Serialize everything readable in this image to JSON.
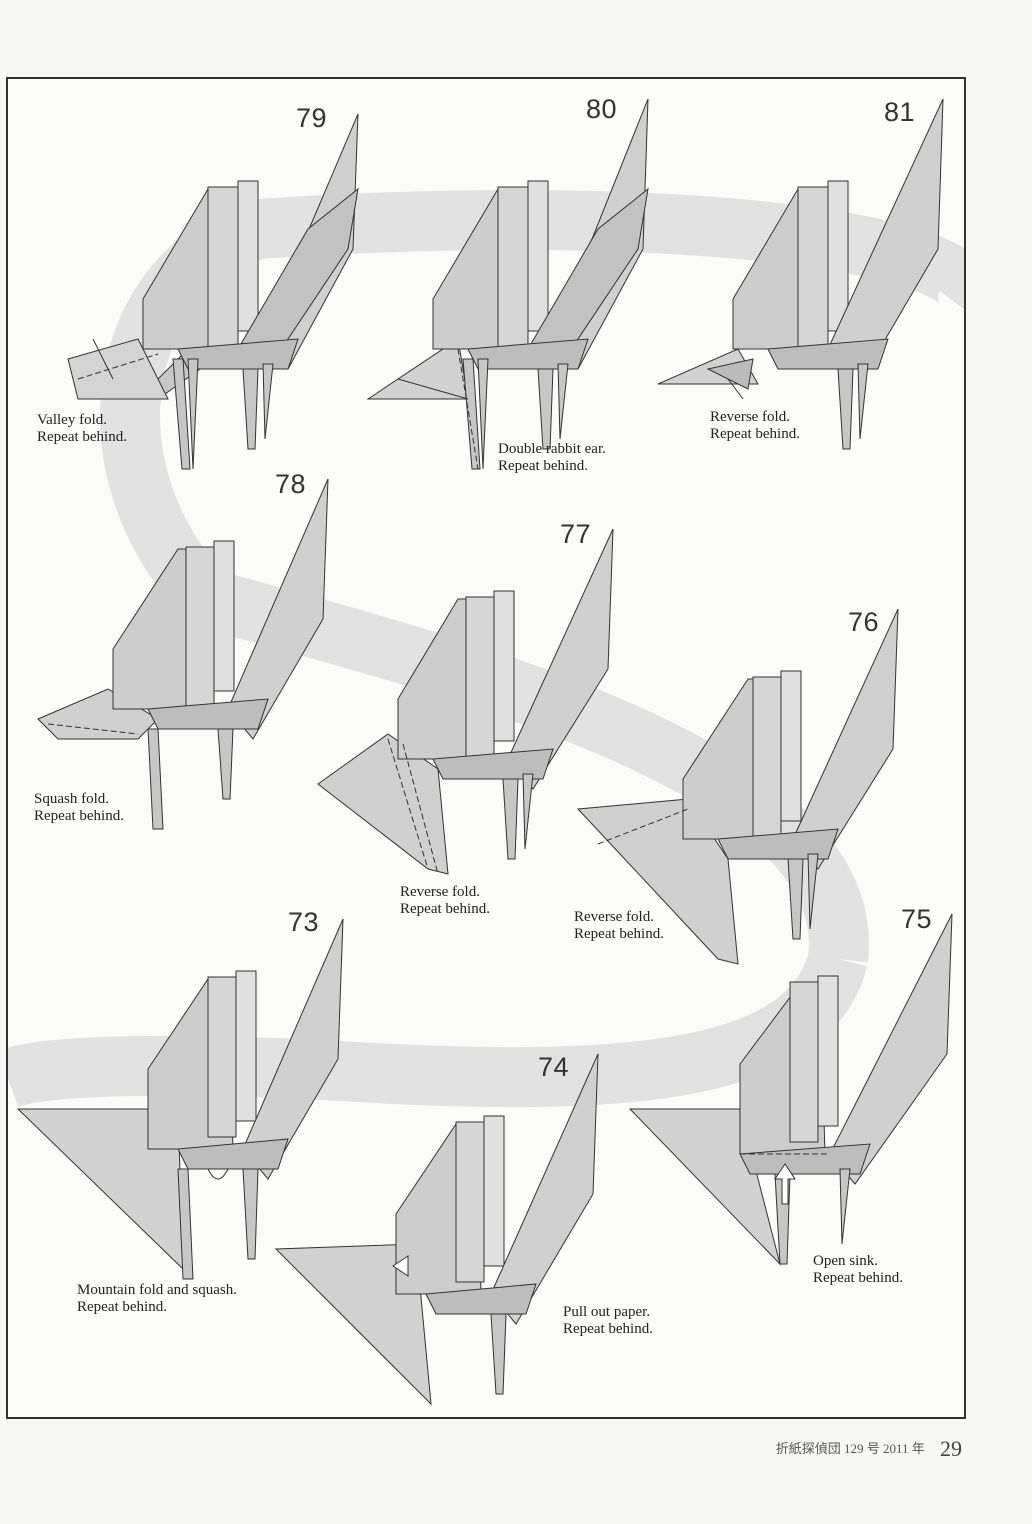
{
  "steps": [
    {
      "number": "79",
      "caption": [
        "Valley fold.",
        "Repeat behind."
      ]
    },
    {
      "number": "80",
      "caption": [
        "Double rabbit ear.",
        "Repeat behind."
      ]
    },
    {
      "number": "81",
      "caption": [
        "Reverse fold.",
        "Repeat behind."
      ]
    },
    {
      "number": "78",
      "caption": [
        "Squash fold.",
        "Repeat behind."
      ]
    },
    {
      "number": "77",
      "caption": [
        "Reverse fold.",
        "Repeat behind."
      ]
    },
    {
      "number": "76",
      "caption": [
        "Reverse fold.",
        "Repeat behind."
      ]
    },
    {
      "number": "73",
      "caption": [
        "Mountain fold and squash.",
        "Repeat behind."
      ]
    },
    {
      "number": "74",
      "caption": [
        "Pull out paper.",
        "Repeat behind."
      ]
    },
    {
      "number": "75",
      "caption": [
        "Open sink.",
        "Repeat behind."
      ]
    }
  ],
  "footer": {
    "publication": "折紙探偵団 129 号 2011 年",
    "page_number": "29"
  },
  "colors": {
    "paper": "#cfcfcf",
    "paper_light": "#dadada",
    "paper_dark": "#b9b9b9",
    "band": "#e4e4e4",
    "line": "#333333"
  }
}
